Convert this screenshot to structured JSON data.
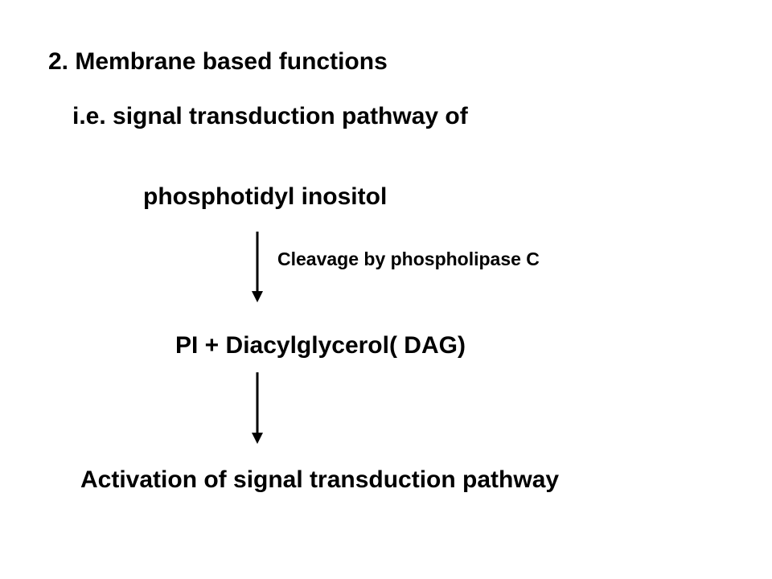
{
  "slide": {
    "heading": "2. Membrane based functions",
    "subheading": "i.e. signal transduction pathway of",
    "steps": [
      "phosphotidyl inositol",
      "PI + Diacylglycerol( DAG)",
      "Activation of signal transduction pathway"
    ],
    "arrow_labels": [
      "Cleavage by phospholipase C"
    ],
    "colors": {
      "text": "#000000",
      "background": "#ffffff"
    }
  }
}
